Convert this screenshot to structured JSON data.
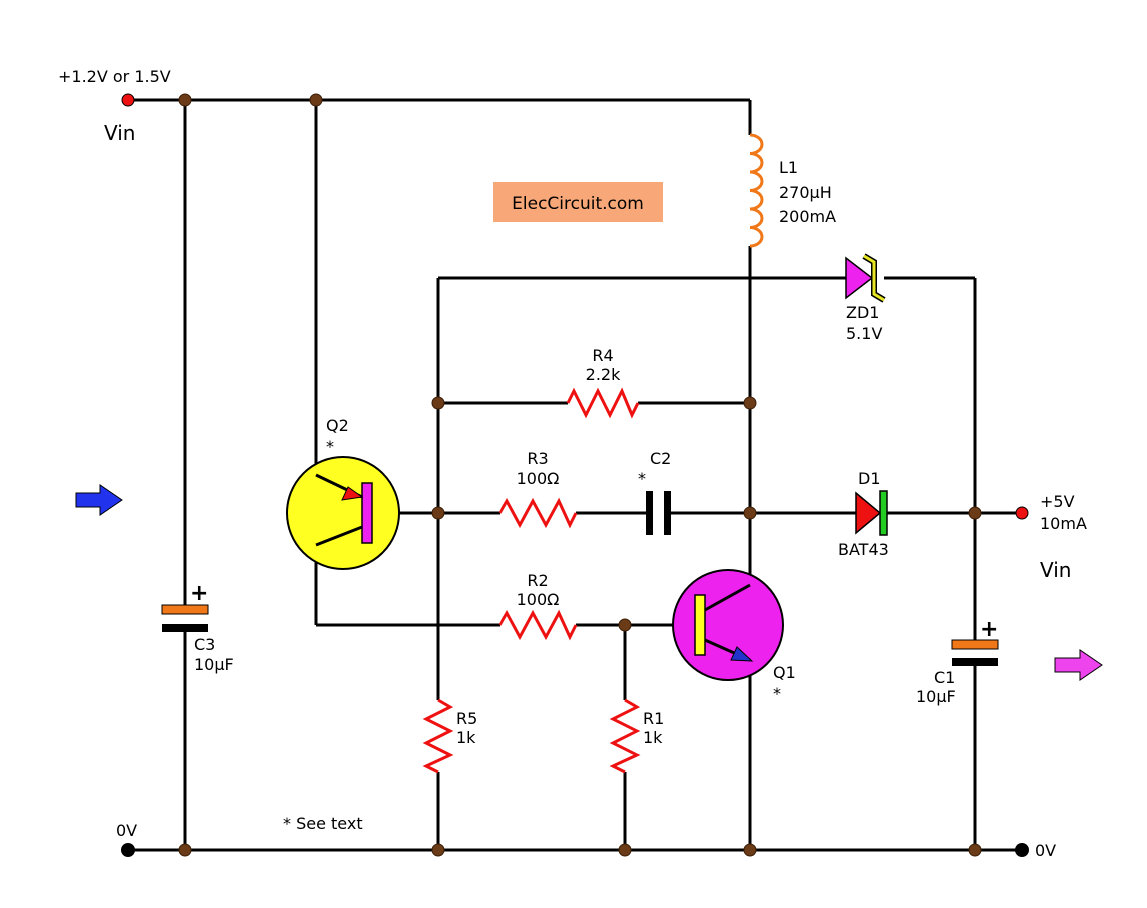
{
  "labels": {
    "vin_top": "+1.2V or 1.5V",
    "vin_top_name": "Vin",
    "gnd_left": "0V",
    "gnd_right": "0V",
    "vout_value": "+5V",
    "vout_current": "10mA",
    "vout_name": "Vin",
    "see_text": "* See text",
    "watermark": "ElecCircuit.com"
  },
  "components": {
    "L1": {
      "ref": "L1",
      "value": "270µH",
      "rating": "200mA"
    },
    "ZD1": {
      "ref": "ZD1",
      "value": "5.1V"
    },
    "R4": {
      "ref": "R4",
      "value": "2.2k"
    },
    "R3": {
      "ref": "R3",
      "value": "100Ω"
    },
    "R2": {
      "ref": "R2",
      "value": "100Ω"
    },
    "R5": {
      "ref": "R5",
      "value": "1k"
    },
    "R1": {
      "ref": "R1",
      "value": "1k"
    },
    "C2": {
      "ref": "C2",
      "mark": "*"
    },
    "C3": {
      "ref": "C3",
      "value": "10µF",
      "polarity": "+"
    },
    "C1": {
      "ref": "C1",
      "value": "10µF",
      "polarity": "+"
    },
    "D1": {
      "ref": "D1",
      "part": "BAT43"
    },
    "Q1": {
      "ref": "Q1",
      "mark": "*"
    },
    "Q2": {
      "ref": "Q2",
      "mark": "*"
    }
  },
  "colors": {
    "wire": "#000000",
    "resistor": "#ee1111",
    "inductor": "#f07818",
    "q2_body": "#ffff22",
    "q1_body": "#ee22ee",
    "node": "#6b3a16",
    "watermark_bg": "#f8a878",
    "input_arrow": "#2233ee",
    "output_arrow": "#ee44ee"
  }
}
